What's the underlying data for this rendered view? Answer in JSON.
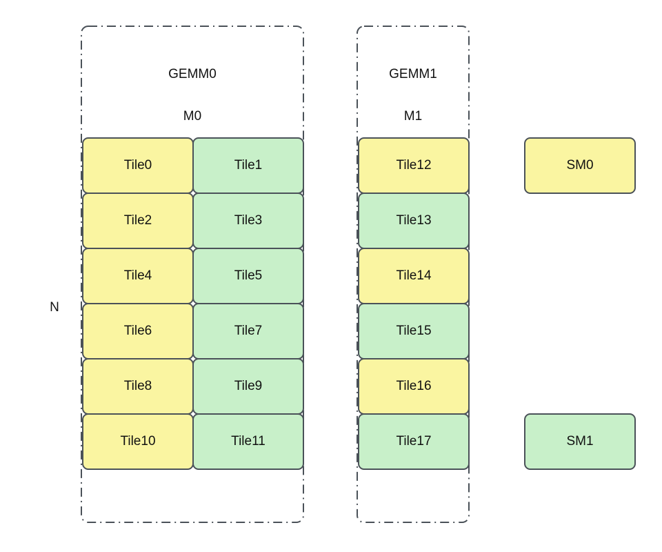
{
  "canvas": {
    "background": "#ffffff",
    "stroke_color": "#4a5158",
    "text_color": "#111111"
  },
  "colors": {
    "yellow": "#faf5a1",
    "green": "#c8f0c9"
  },
  "axis_label": "N",
  "gemm0": {
    "title": "GEMM0",
    "dim_label": "M0",
    "tiles": [
      {
        "label": "Tile0",
        "color": "yellow"
      },
      {
        "label": "Tile1",
        "color": "green"
      },
      {
        "label": "Tile2",
        "color": "yellow"
      },
      {
        "label": "Tile3",
        "color": "green"
      },
      {
        "label": "Tile4",
        "color": "yellow"
      },
      {
        "label": "Tile5",
        "color": "green"
      },
      {
        "label": "Tile6",
        "color": "yellow"
      },
      {
        "label": "Tile7",
        "color": "green"
      },
      {
        "label": "Tile8",
        "color": "yellow"
      },
      {
        "label": "Tile9",
        "color": "green"
      },
      {
        "label": "Tile10",
        "color": "yellow"
      },
      {
        "label": "Tile11",
        "color": "green"
      }
    ]
  },
  "gemm1": {
    "title": "GEMM1",
    "dim_label": "M1",
    "tiles": [
      {
        "label": "Tile12",
        "color": "yellow"
      },
      {
        "label": "Tile13",
        "color": "green"
      },
      {
        "label": "Tile14",
        "color": "yellow"
      },
      {
        "label": "Tile15",
        "color": "green"
      },
      {
        "label": "Tile16",
        "color": "yellow"
      },
      {
        "label": "Tile17",
        "color": "green"
      }
    ]
  },
  "sms": [
    {
      "label": "SM0",
      "color": "yellow"
    },
    {
      "label": "SM1",
      "color": "green"
    }
  ]
}
